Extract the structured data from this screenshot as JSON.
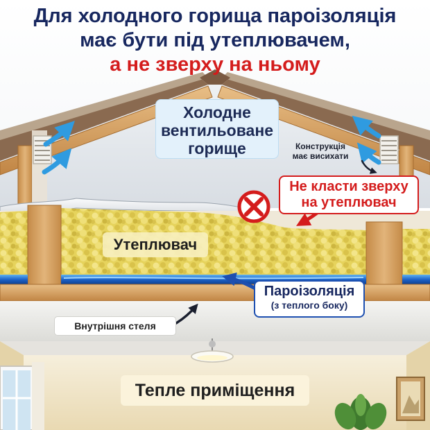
{
  "title": {
    "line1": "Для холодного горища пароізоляція",
    "line2": "має бути під утеплювачем,",
    "line3": "а не зверху на ньому"
  },
  "labels": {
    "attic_line1": "Холодне",
    "attic_line2": "вентильоване",
    "attic_line3": "горище",
    "dry_line1": "Конструкція",
    "dry_line2": "має висихати",
    "warning_line1": "Не класти зверху",
    "warning_line2": "на утеплювач",
    "insulation": "Утеплювач",
    "barrier_line1": "Пароізоляція",
    "barrier_line2": "(з теплого боку)",
    "ceiling": "Внутрішня стеля",
    "room": "Тепле приміщення"
  },
  "colors": {
    "title_blue": "#17275f",
    "warning_red": "#d41c1c",
    "barrier_blue": "#1d63c8",
    "insulation_yellow": "#e6d25a",
    "timber": "#d6a466",
    "wall_warm": "#efe3c2",
    "attic_grey": "#dde2e8",
    "vent_arrow": "#2f9be0"
  },
  "icons": [
    "no-entry-icon",
    "vent-grille-icon",
    "ceiling-lamp-icon",
    "plant-icon",
    "picture-frame-icon",
    "window-icon",
    "arrow-icon"
  ]
}
